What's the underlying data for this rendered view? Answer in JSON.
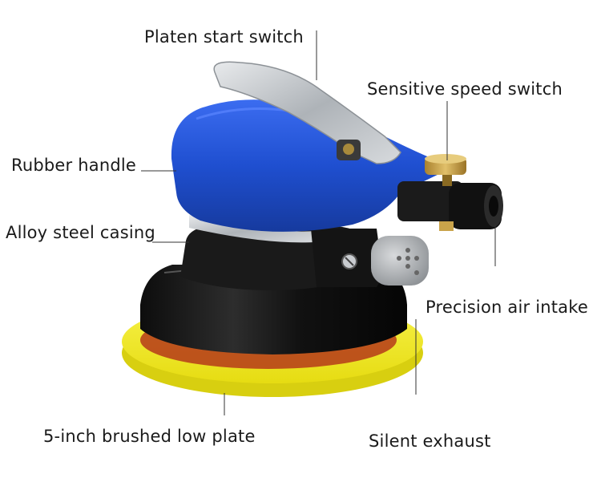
{
  "labels": {
    "platen_start_switch": "Platen start switch",
    "sensitive_speed_switch": "Sensitive speed switch",
    "rubber_handle": "Rubber handle",
    "alloy_steel_casing": "Alloy steel casing",
    "precision_air_intake": "Precision air intake",
    "brushed_low_plate": "5-inch brushed low plate",
    "silent_exhaust": "Silent exhaust"
  },
  "colors": {
    "handle_blue": "#1f4fd0",
    "pad_yellow": "#f2ec2a",
    "lever_silver": "#bfc3c7",
    "body_black": "#151515",
    "brass": "#c9a34a"
  }
}
